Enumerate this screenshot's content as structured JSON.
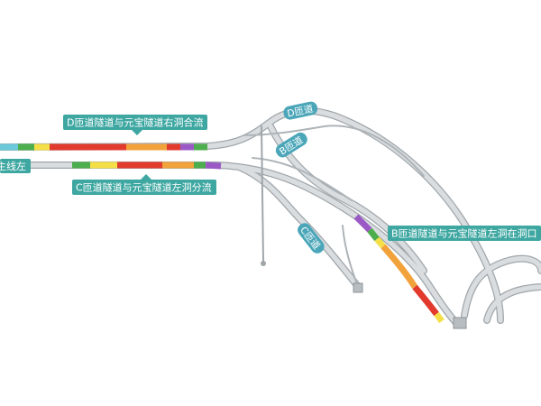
{
  "labels": {
    "d_merge": "D匝道隧道与元宝隧道右洞合流",
    "c_split": "C匝道隧道与元宝隧道左洞分流",
    "b_merge": "B匝道隧道与元宝隧道左洞在洞口",
    "mainline": "主线左"
  },
  "ramp_tags": {
    "d": "D匝道",
    "b": "B匝道",
    "c": "C匝道"
  },
  "colors": {
    "background": "#ffffff",
    "road_fill": "#d9dde0",
    "road_edge": "#9fa6ab",
    "label_bg": "#3ea7a1",
    "tag_bg": "#4aa6b8",
    "seg_red": "#e23a2c",
    "seg_orange": "#f2a23a",
    "seg_yellow": "#f4e046",
    "seg_green": "#4cae4c",
    "seg_purple": "#9b59c6",
    "seg_cyan": "#6cc9d9"
  }
}
